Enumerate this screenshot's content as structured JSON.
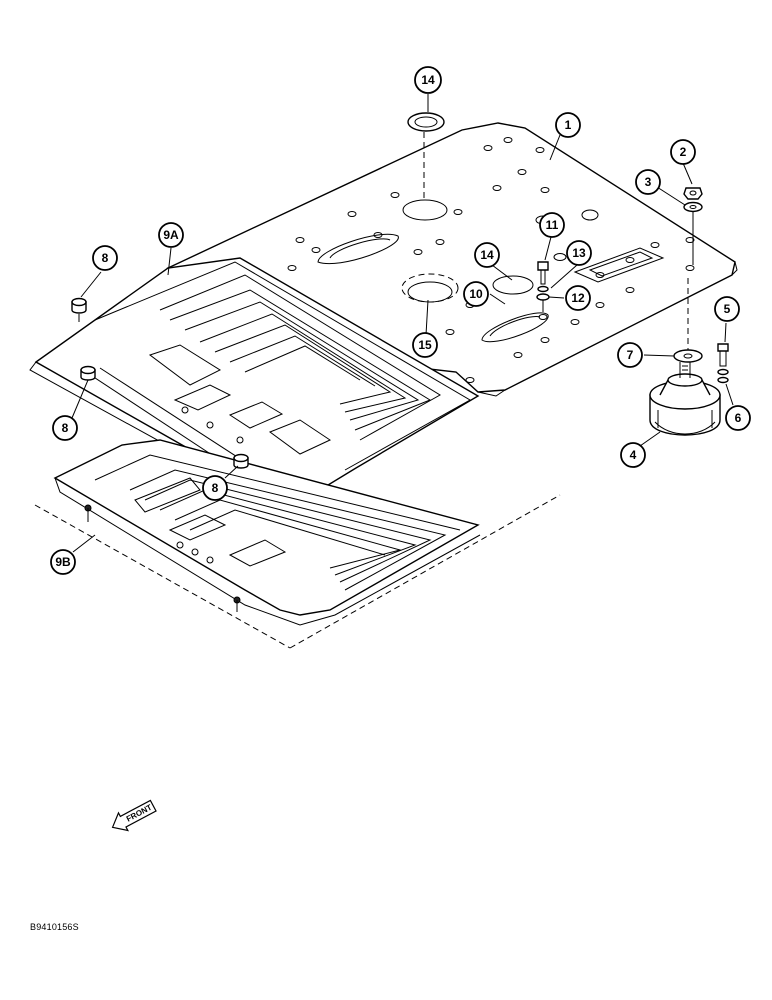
{
  "callouts": [
    {
      "id": "c1",
      "label": "1"
    },
    {
      "id": "c2",
      "label": "2"
    },
    {
      "id": "c3",
      "label": "3"
    },
    {
      "id": "c4",
      "label": "4"
    },
    {
      "id": "c5",
      "label": "5"
    },
    {
      "id": "c6",
      "label": "6"
    },
    {
      "id": "c7",
      "label": "7"
    },
    {
      "id": "c8a",
      "label": "8"
    },
    {
      "id": "c8b",
      "label": "8"
    },
    {
      "id": "c8c",
      "label": "8"
    },
    {
      "id": "c9a",
      "label": "9A"
    },
    {
      "id": "c9b",
      "label": "9B"
    },
    {
      "id": "c10",
      "label": "10"
    },
    {
      "id": "c11",
      "label": "11"
    },
    {
      "id": "c12",
      "label": "12"
    },
    {
      "id": "c13",
      "label": "13"
    },
    {
      "id": "c14a",
      "label": "14"
    },
    {
      "id": "c14b",
      "label": "14"
    },
    {
      "id": "c15",
      "label": "15"
    }
  ],
  "front_arrow_label": "FRONT",
  "drawing_id": "B9410156S",
  "colors": {
    "line": "#000000",
    "background": "#ffffff"
  }
}
